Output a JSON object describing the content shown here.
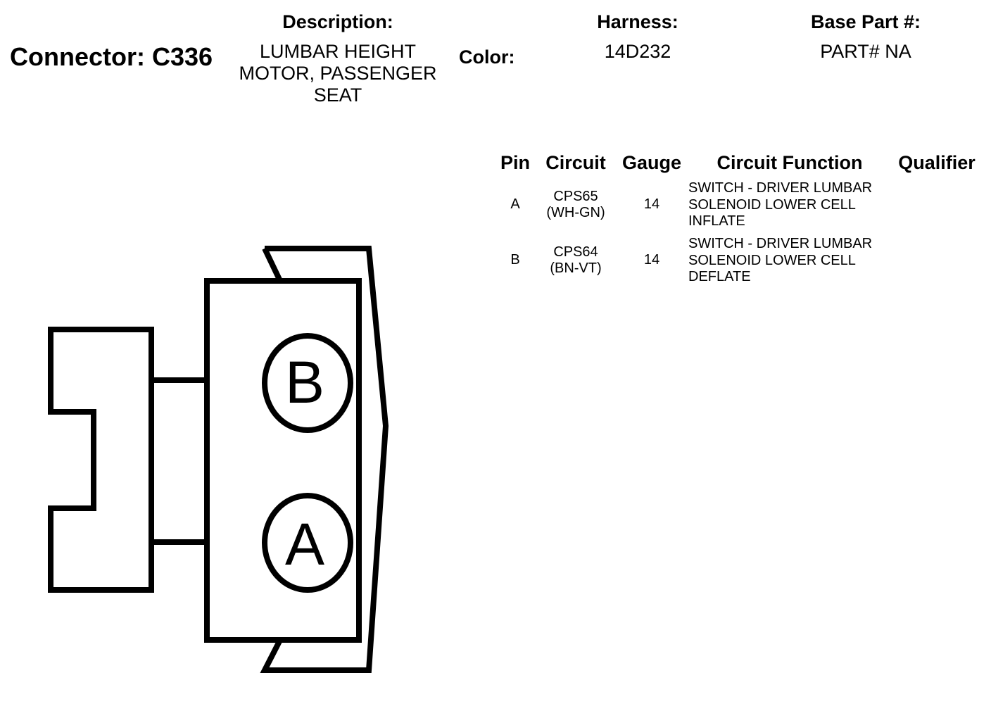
{
  "header": {
    "connector_label": "Connector: C336",
    "description_label": "Description:",
    "description_value": "LUMBAR HEIGHT\nMOTOR, PASSENGER\nSEAT",
    "color_label": "Color:",
    "harness_label": "Harness:",
    "harness_value": "14D232",
    "base_part_label": "Base Part #:",
    "base_part_value": "PART# NA"
  },
  "table": {
    "headers": {
      "pin": "Pin",
      "circuit": "Circuit",
      "gauge": "Gauge",
      "circuit_function": "Circuit Function",
      "qualifier": "Qualifier"
    },
    "rows": [
      {
        "pin": "A",
        "circuit": "CPS65",
        "circuit_color": "(WH-GN)",
        "gauge": "14",
        "function": "SWITCH - DRIVER LUMBAR\nSOLENOID LOWER CELL\nINFLATE",
        "qualifier": ""
      },
      {
        "pin": "B",
        "circuit": "CPS64",
        "circuit_color": "(BN-VT)",
        "gauge": "14",
        "function": "SWITCH - DRIVER LUMBAR\nSOLENOID LOWER CELL\nDEFLATE",
        "qualifier": ""
      }
    ]
  },
  "diagram": {
    "pin_top": "B",
    "pin_bottom": "A"
  }
}
